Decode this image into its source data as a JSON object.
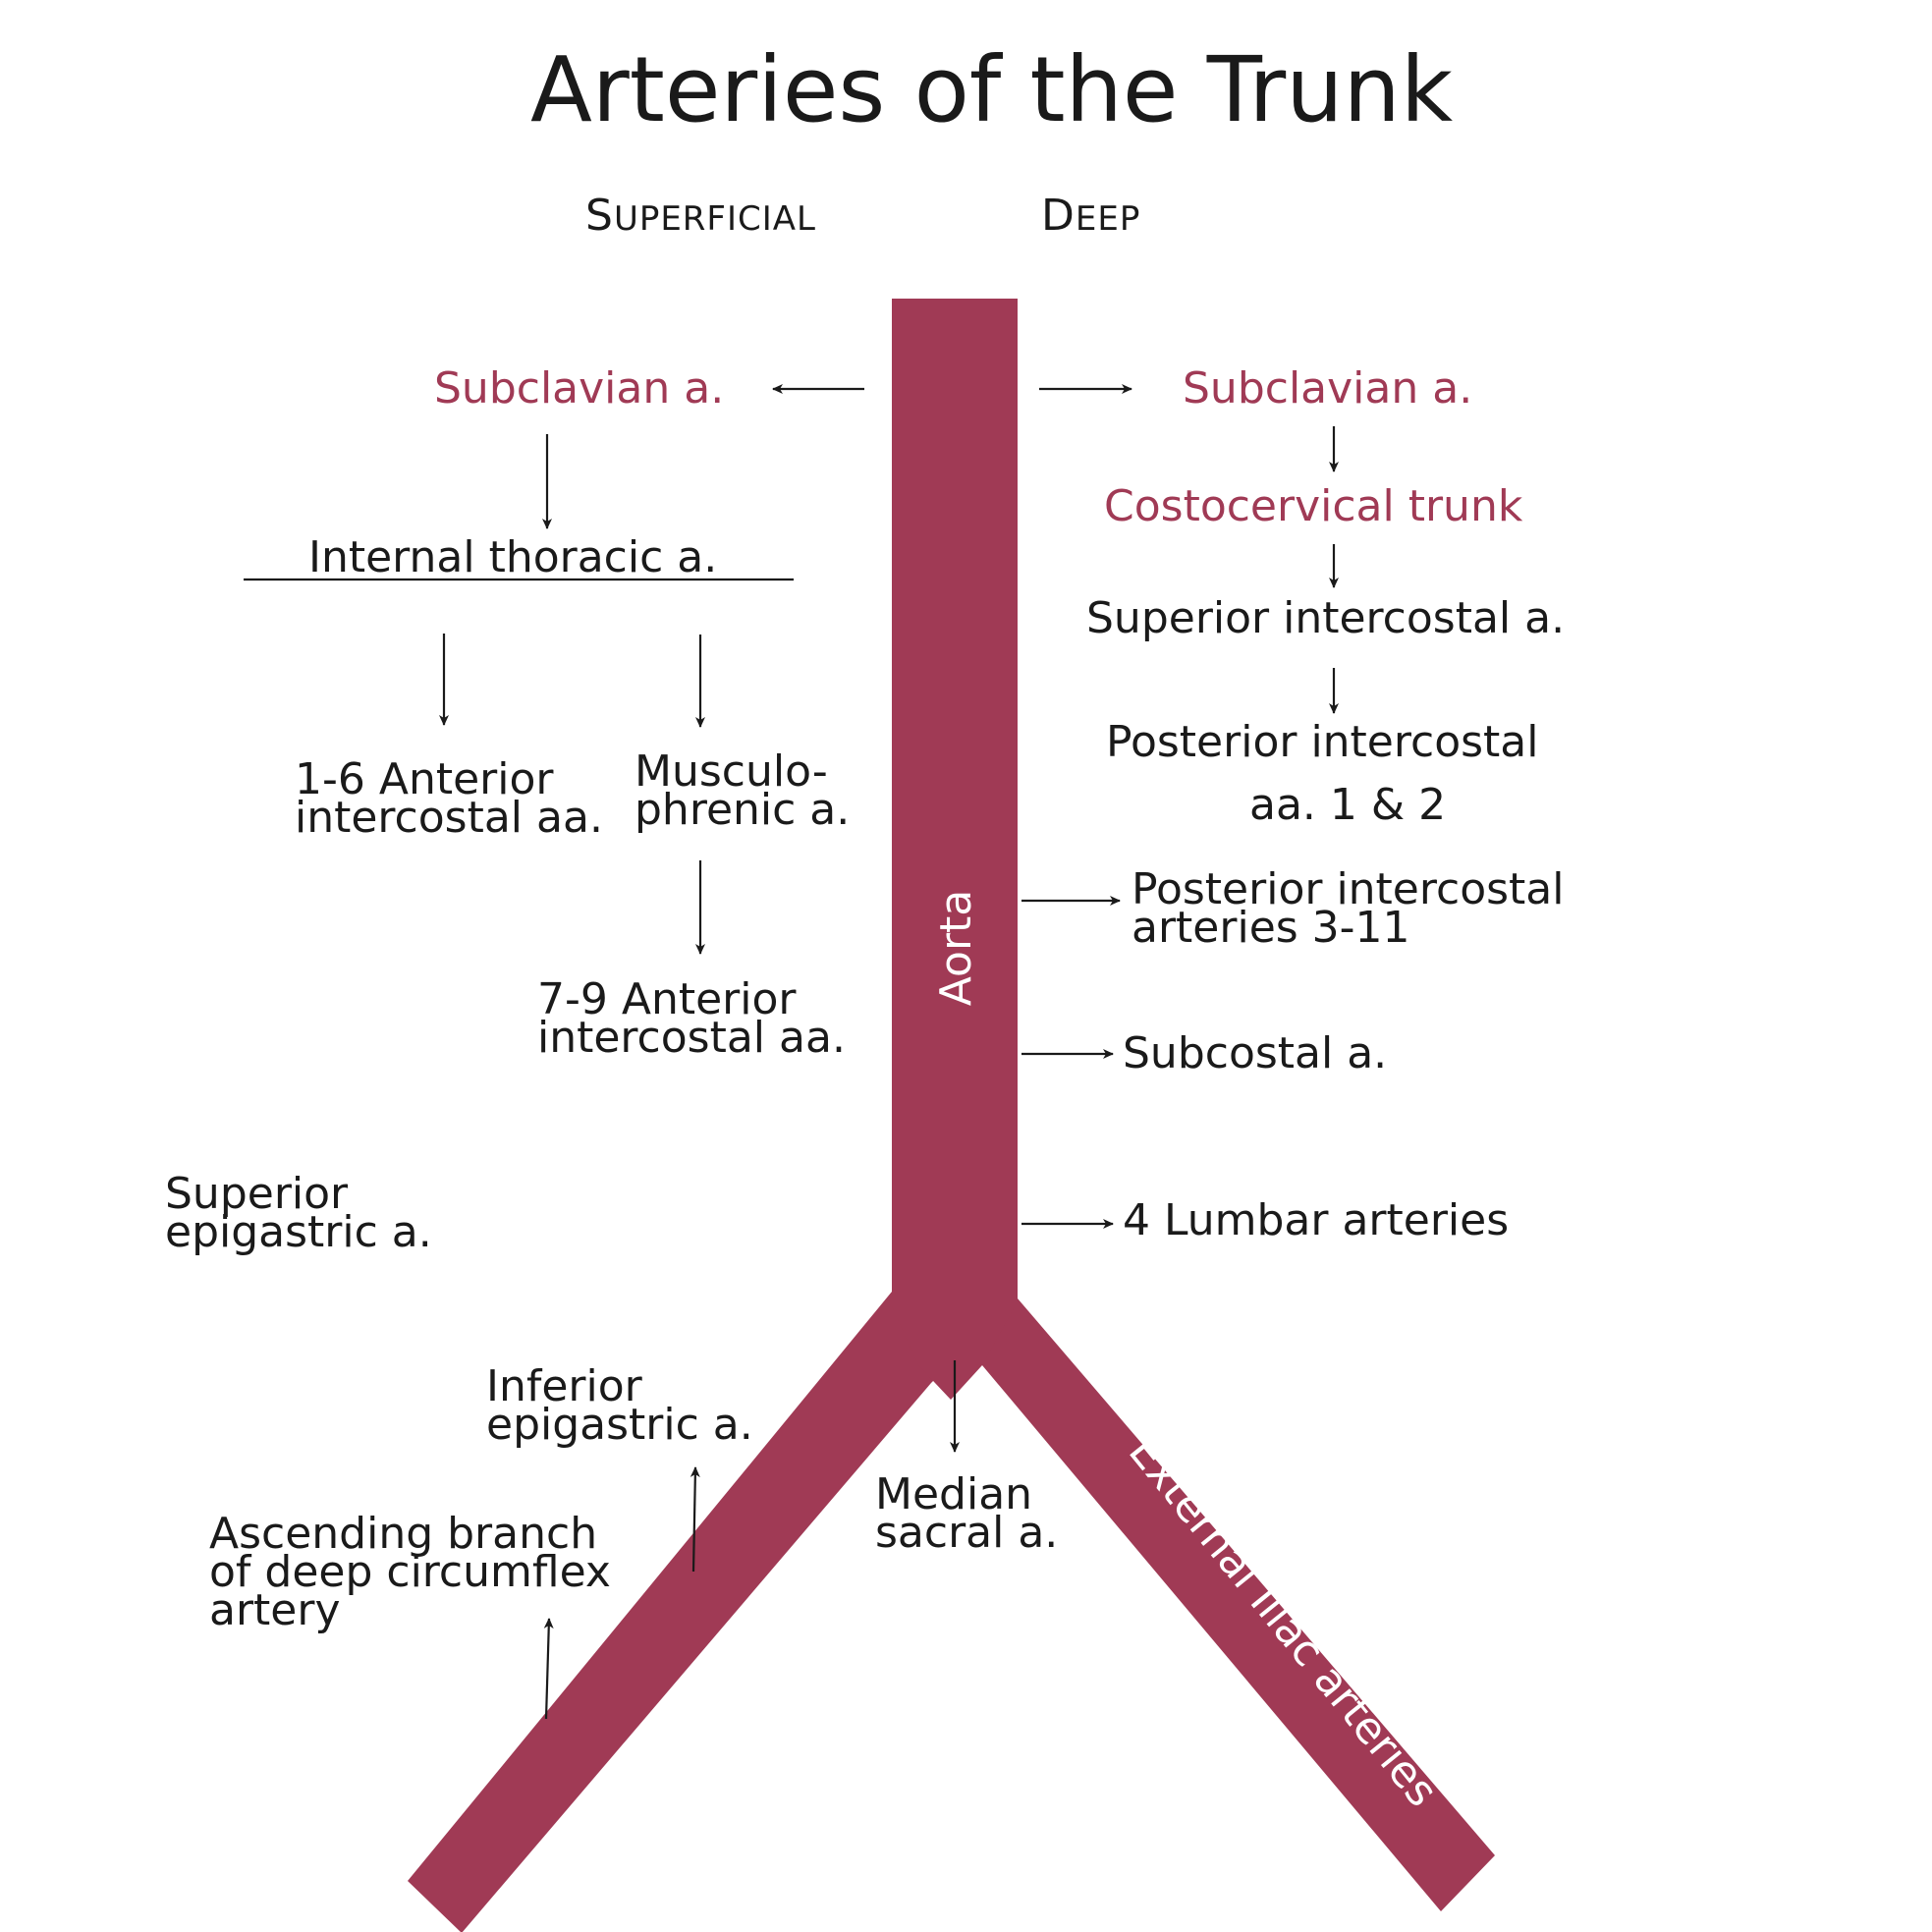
{
  "title": "Arteries of the Trunk",
  "columns": {
    "superficial": {
      "initial": "S",
      "rest": "UPERFICIAL"
    },
    "deep": {
      "initial": "D",
      "rest": "EEP"
    }
  },
  "colors": {
    "artery": "#a03a55",
    "text": "#1a1a1a",
    "background": "#ffffff"
  },
  "vessels": {
    "aorta": "Aorta",
    "iliac": "External Iliac arteries"
  },
  "superficial": {
    "subclavian": "Subclavian a.",
    "internal_thoracic": "Internal thoracic a.",
    "anterior_intercostal_1_6": "1-6 Anterior\nintercostal aa.",
    "musculophrenic": "Musculo-\nphrenic a.",
    "anterior_intercostal_7_9": "7-9 Anterior\nintercostal aa.",
    "superior_epigastric": "Superior\nepigastric a.",
    "inferior_epigastric": "Inferior\nepigastric a.",
    "deep_circumflex": "Ascending branch\nof deep circumflex\nartery"
  },
  "deep": {
    "subclavian": "Subclavian a.",
    "costocervical": "Costocervical trunk",
    "superior_intercostal": "Superior intercostal a.",
    "posterior_intercostal_1_2_line1": "Posterior intercostal",
    "posterior_intercostal_1_2_line2": "aa. 1 & 2",
    "posterior_intercostal_3_11": "Posterior intercostal\narteries 3-11",
    "subcostal": "Subcostal a.",
    "lumbar": "4 Lumbar arteries",
    "median_sacral": "Median\nsacral a."
  }
}
